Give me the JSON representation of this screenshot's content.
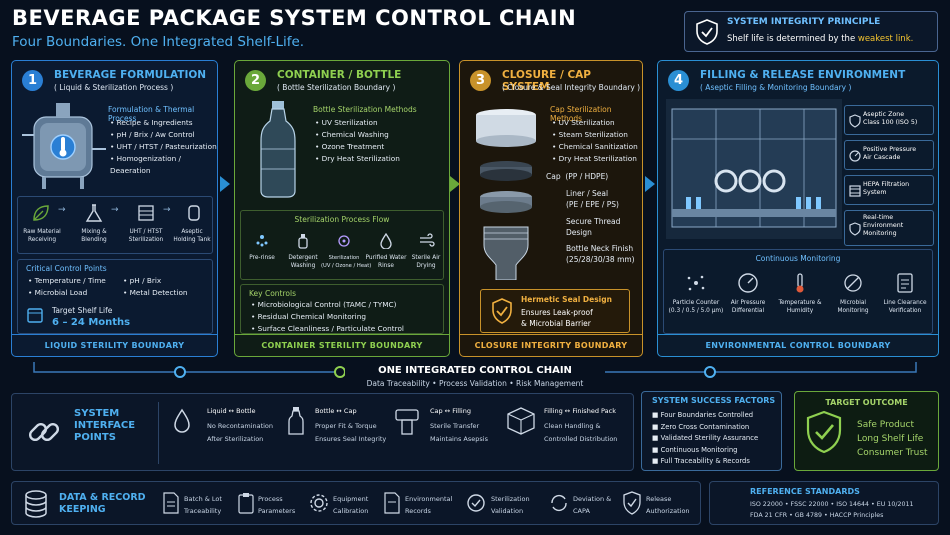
{
  "header": {
    "title": "BEVERAGE PACKAGE SYSTEM CONTROL CHAIN",
    "subtitle": "Four Boundaries. One Integrated Shelf-Life."
  },
  "integrity": {
    "title": "SYSTEM INTEGRITY PRINCIPLE",
    "text": "Shelf life is determined by the ",
    "weak": "weakest link."
  },
  "col1": {
    "num": "1",
    "title": "BEVERAGE FORMULATION",
    "sub": "( Liquid & Sterilization Process )",
    "sec": "Formulation & Thermal Process",
    "items": [
      "Recipe & Ingredients",
      "pH / Brix / Aw Control",
      "UHT / HTST / Pasteurization",
      "Homogenization / Deaeration"
    ],
    "steps": [
      "Raw Material\nReceiving",
      "Mixing &\nBlending",
      "UHT / HTST\nSterilization",
      "Aseptic\nHolding Tank"
    ],
    "ccp_title": "Critical Control Points",
    "ccp_a": [
      "Temperature / Time",
      "Microbial Load"
    ],
    "ccp_b": [
      "pH / Brix",
      "Metal Detection"
    ],
    "shelf_label": "Target Shelf Life",
    "shelf_val": "6 – 24 Months",
    "boundary": "LIQUID STERILITY BOUNDARY"
  },
  "col2": {
    "num": "2",
    "title": "CONTAINER / BOTTLE",
    "sub": "( Bottle Sterilization Boundary )",
    "sec": "Bottle Sterilization Methods",
    "items": [
      "UV Sterilization",
      "Chemical Washing",
      "Ozone Treatment",
      "Dry Heat Sterilization"
    ],
    "flow_title": "Sterilization Process Flow",
    "flow": [
      "Pre-rinse",
      "Detergent\nWashing",
      "Sterilization\n(UV / Ozone / Heat)",
      "Purified Water\nRinse",
      "Sterile Air\nDrying"
    ],
    "kc_title": "Key Controls",
    "kc": [
      "Microbiological Control (TAMC / TYMC)",
      "Residual Chemical Monitoring",
      "Surface Cleanliness / Particulate Control"
    ],
    "boundary": "CONTAINER STERILITY BOUNDARY"
  },
  "col3": {
    "num": "3",
    "title": "CLOSURE / CAP SYSTEM",
    "sub": "( Closure & Seal Integrity Boundary )",
    "sec": "Cap Sterilization Methods",
    "items": [
      "UV Sterilization",
      "Steam Sterilization",
      "Chemical Sanitization",
      "Dry Heat Sterilization"
    ],
    "parts": [
      "Cap  (PP / HDPE)",
      "Liner / Seal\n(PE / EPE / PS)",
      "Secure Thread\nDesign",
      "Bottle Neck Finish\n(25/28/30/38 mm)"
    ],
    "seal_title": "Hermetic Seal Design",
    "seal_text": "Ensures Leak-proof\n& Microbial Barrier",
    "boundary": "CLOSURE INTEGRITY BOUNDARY"
  },
  "col4": {
    "num": "4",
    "title": "FILLING & RELEASE ENVIRONMENT",
    "sub": "( Aseptic Filling & Monitoring Boundary )",
    "tags": [
      "Aseptic Zone\nClass 100 (ISO 5)",
      "Positive Pressure\nAir Cascade",
      "HEPA Filtration\nSystem",
      "Real-time\nEnvironment\nMonitoring"
    ],
    "mon_title": "Continuous Monitoring",
    "mon": [
      "Particle Counter\n(0.3 / 0.5 / 5.0 µm)",
      "Air Pressure\nDifferential",
      "Temperature &\nHumidity",
      "Microbial\nMonitoring",
      "Line Clearance\nVerification"
    ],
    "boundary": "ENVIRONMENTAL CONTROL BOUNDARY"
  },
  "chain": {
    "title": "ONE INTEGRATED CONTROL CHAIN",
    "sub": "Data Traceability • Process Validation • Risk Management"
  },
  "interface": {
    "title": "SYSTEM\nINTERFACE\nPOINTS",
    "items": [
      {
        "t": "Liquid ↔ Bottle",
        "a": "No Recontamination",
        "b": "After Sterilization"
      },
      {
        "t": "Bottle ↔ Cap",
        "a": "Proper Fit & Torque",
        "b": "Ensures Seal Integrity"
      },
      {
        "t": "Cap ↔ Filling",
        "a": "Sterile Transfer",
        "b": "Maintains Asepsis"
      },
      {
        "t": "Filling ↔ Finished Pack",
        "a": "Clean Handling &",
        "b": "Controlled Distribution"
      }
    ]
  },
  "success": {
    "title": "SYSTEM SUCCESS FACTORS",
    "items": [
      "Four Boundaries Controlled",
      "Zero Cross Contamination",
      "Validated Sterility Assurance",
      "Continuous Monitoring",
      "Full Traceability & Records"
    ]
  },
  "outcome": {
    "title": "TARGET OUTCOME",
    "items": [
      "Safe Product",
      "Long Shelf Life",
      "Consumer Trust"
    ]
  },
  "records": {
    "title": "DATA & RECORD\nKEEPING",
    "items": [
      "Batch & Lot\nTraceability",
      "Process\nParameters",
      "Equipment\nCalibration",
      "Environmental\nRecords",
      "Sterilization\nValidation",
      "Deviation &\nCAPA",
      "Release\nAuthorization"
    ]
  },
  "standards": {
    "title": "REFERENCE STANDARDS",
    "line1": "ISO 22000  •  FSSC 22000  •  ISO 14644  •  EU 10/2011",
    "line2": "FDA 21 CFR  •  GB 4789  •  HACCP Principles"
  },
  "colors": {
    "blue": "#2a7fd4",
    "green": "#6aa83a",
    "gold": "#c8922a",
    "cyan": "#2a8fd4"
  }
}
